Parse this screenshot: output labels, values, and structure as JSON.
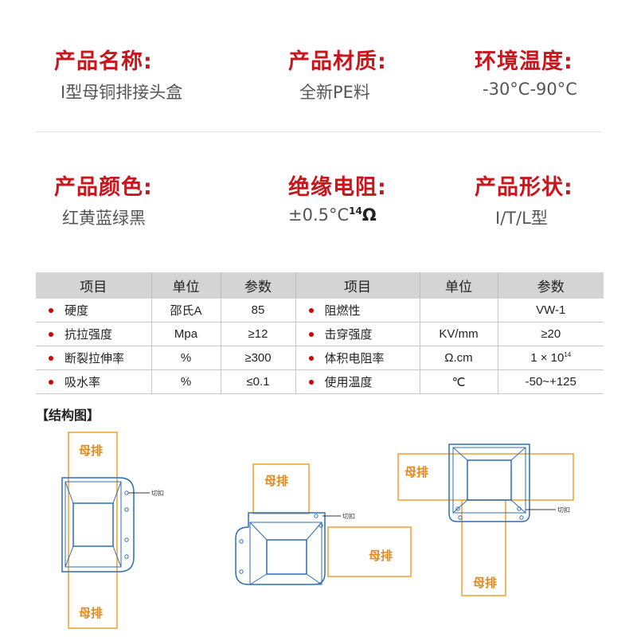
{
  "specs": [
    {
      "label": "产品名称:",
      "value": "I型母铜排接头盒"
    },
    {
      "label": "产品材质:",
      "value": "全新PE料"
    },
    {
      "label": "环境温度:",
      "value": "-30°C-90°C"
    },
    {
      "label": "产品颜色:",
      "value": "红黄蓝绿黑"
    },
    {
      "label": "绝缘电阻:",
      "value_main": "±0.5°C",
      "value_sup": "14",
      "value_unit": "Ω"
    },
    {
      "label": "产品形状:",
      "value": "I/T/L型"
    }
  ],
  "table": {
    "headers": [
      "项目",
      "单位",
      "参数",
      "项目",
      "单位",
      "参数"
    ],
    "rows": [
      {
        "item1": "硬度",
        "unit1": "邵氏A",
        "param1": "85",
        "item2": "阻燃性",
        "unit2": "",
        "param2": "VW-1"
      },
      {
        "item1": "抗拉强度",
        "unit1": "Mpa",
        "param1": "≥12",
        "item2": "击穿强度",
        "unit2": "KV/mm",
        "param2": "≥20"
      },
      {
        "item1": "断裂拉伸率",
        "unit1": "%",
        "param1": "≥300",
        "item2": "体积电阻率",
        "unit2": "Ω.cm",
        "param2_base": "1 × 10",
        "param2_exp": "14"
      },
      {
        "item1": "吸水率",
        "unit1": "%",
        "param1": "≤0.1",
        "item2": "使用温度",
        "unit2": "℃",
        "param2": "-50~+125"
      }
    ]
  },
  "structure": {
    "title": "【结构图】",
    "busbar_label": "母排",
    "clip_label": "切扣"
  },
  "colors": {
    "accent": "#c8161d",
    "busbar": "#f0a030",
    "box": "#2f6db5"
  }
}
